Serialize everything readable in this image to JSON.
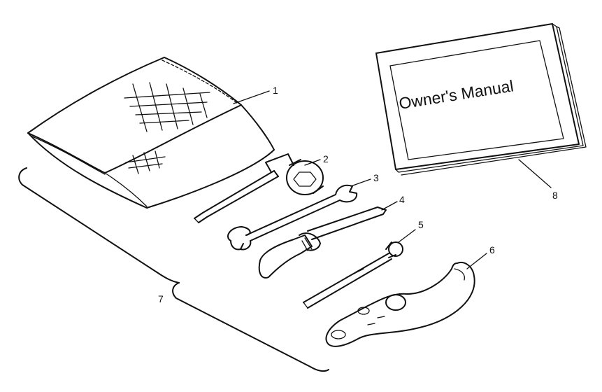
{
  "diagram": {
    "callouts": [
      {
        "id": "1",
        "text": "1"
      },
      {
        "id": "2",
        "text": "2"
      },
      {
        "id": "3",
        "text": "3"
      },
      {
        "id": "4",
        "text": "4"
      },
      {
        "id": "5",
        "text": "5"
      },
      {
        "id": "6",
        "text": "6"
      },
      {
        "id": "7",
        "text": "7"
      },
      {
        "id": "8",
        "text": "8"
      }
    ],
    "manual_cover_text": "Owner's Manual"
  }
}
